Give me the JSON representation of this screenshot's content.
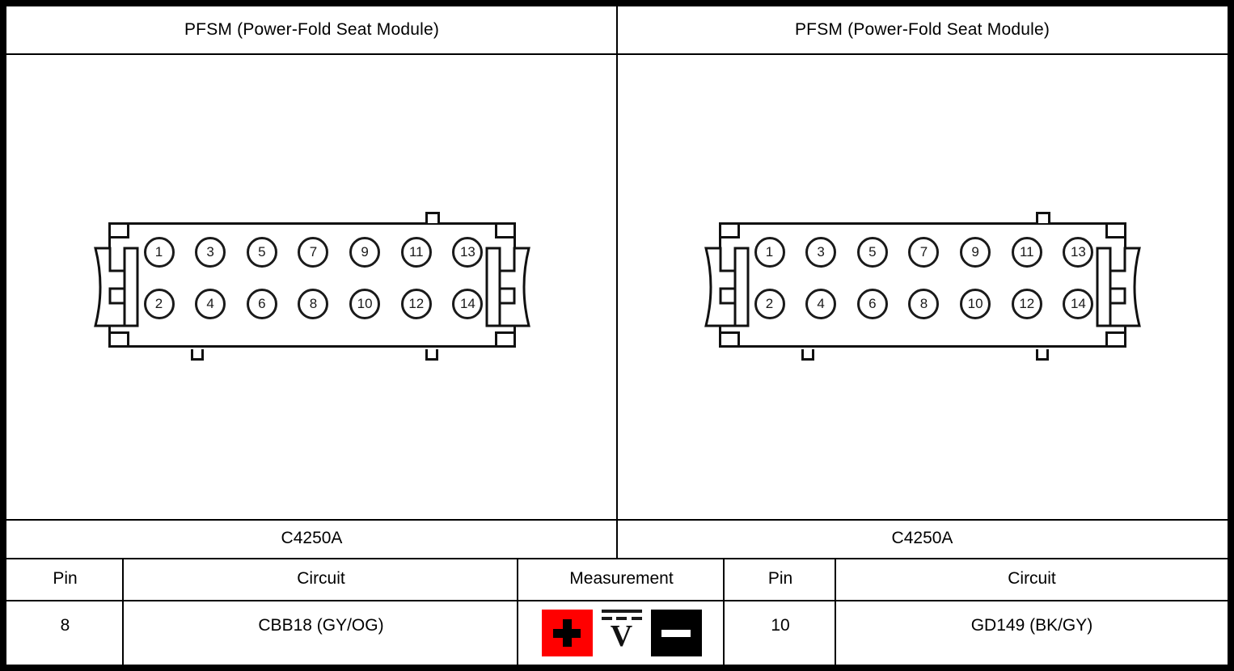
{
  "header": {
    "left_title": "PFSM (Power-Fold Seat Module)",
    "right_title": "PFSM (Power-Fold Seat Module)"
  },
  "connectors": {
    "left": {
      "id": "C4250A",
      "pin_count": 14,
      "top_row_pins": [
        "1",
        "3",
        "5",
        "7",
        "9",
        "11",
        "13"
      ],
      "bottom_row_pins": [
        "2",
        "4",
        "6",
        "8",
        "10",
        "12",
        "14"
      ]
    },
    "right": {
      "id": "C4250A",
      "pin_count": 14,
      "top_row_pins": [
        "1",
        "3",
        "5",
        "7",
        "9",
        "11",
        "13"
      ],
      "bottom_row_pins": [
        "2",
        "4",
        "6",
        "8",
        "10",
        "12",
        "14"
      ]
    }
  },
  "table": {
    "headers": {
      "pin_left": "Pin",
      "circuit_left": "Circuit",
      "measurement": "Measurement",
      "pin_right": "Pin",
      "circuit_right": "Circuit"
    },
    "row": {
      "pin_left": "8",
      "circuit_left": "CBB18 (GY/OG)",
      "pin_right": "10",
      "circuit_right": "GD149 (BK/GY)"
    }
  },
  "measurement": {
    "positive_label": "+",
    "negative_label": "−",
    "mode_label": "V",
    "mode_description": "dc-voltage",
    "positive_color": "#ff0000",
    "negative_color": "#000000"
  }
}
